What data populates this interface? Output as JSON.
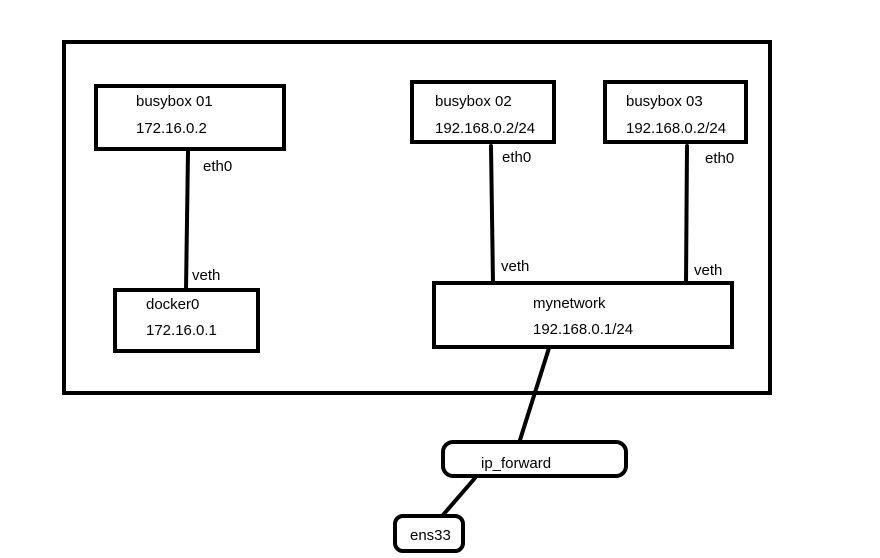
{
  "outer_frame": {},
  "busybox01": {
    "name": "busybox 01",
    "ip": "172.16.0.2"
  },
  "busybox02": {
    "name": "busybox 02",
    "ip": "192.168.0.2/24"
  },
  "busybox03": {
    "name": "busybox 03",
    "ip": "192.168.0.2/24"
  },
  "docker0": {
    "name": "docker0",
    "ip": "172.16.0.1"
  },
  "mynetwork": {
    "name": "mynetwork",
    "ip": "192.168.0.1/24"
  },
  "ip_forward": {
    "label": "ip_forward"
  },
  "ens33": {
    "label": "ens33"
  },
  "links": {
    "busybox01_eth": "eth0",
    "busybox01_veth": "veth",
    "busybox02_eth": "eth0",
    "busybox02_veth": "veth",
    "busybox03_eth": "eth0",
    "busybox03_veth": "veth"
  },
  "colors": {
    "stroke": "#000000",
    "background": "#ffffff"
  }
}
